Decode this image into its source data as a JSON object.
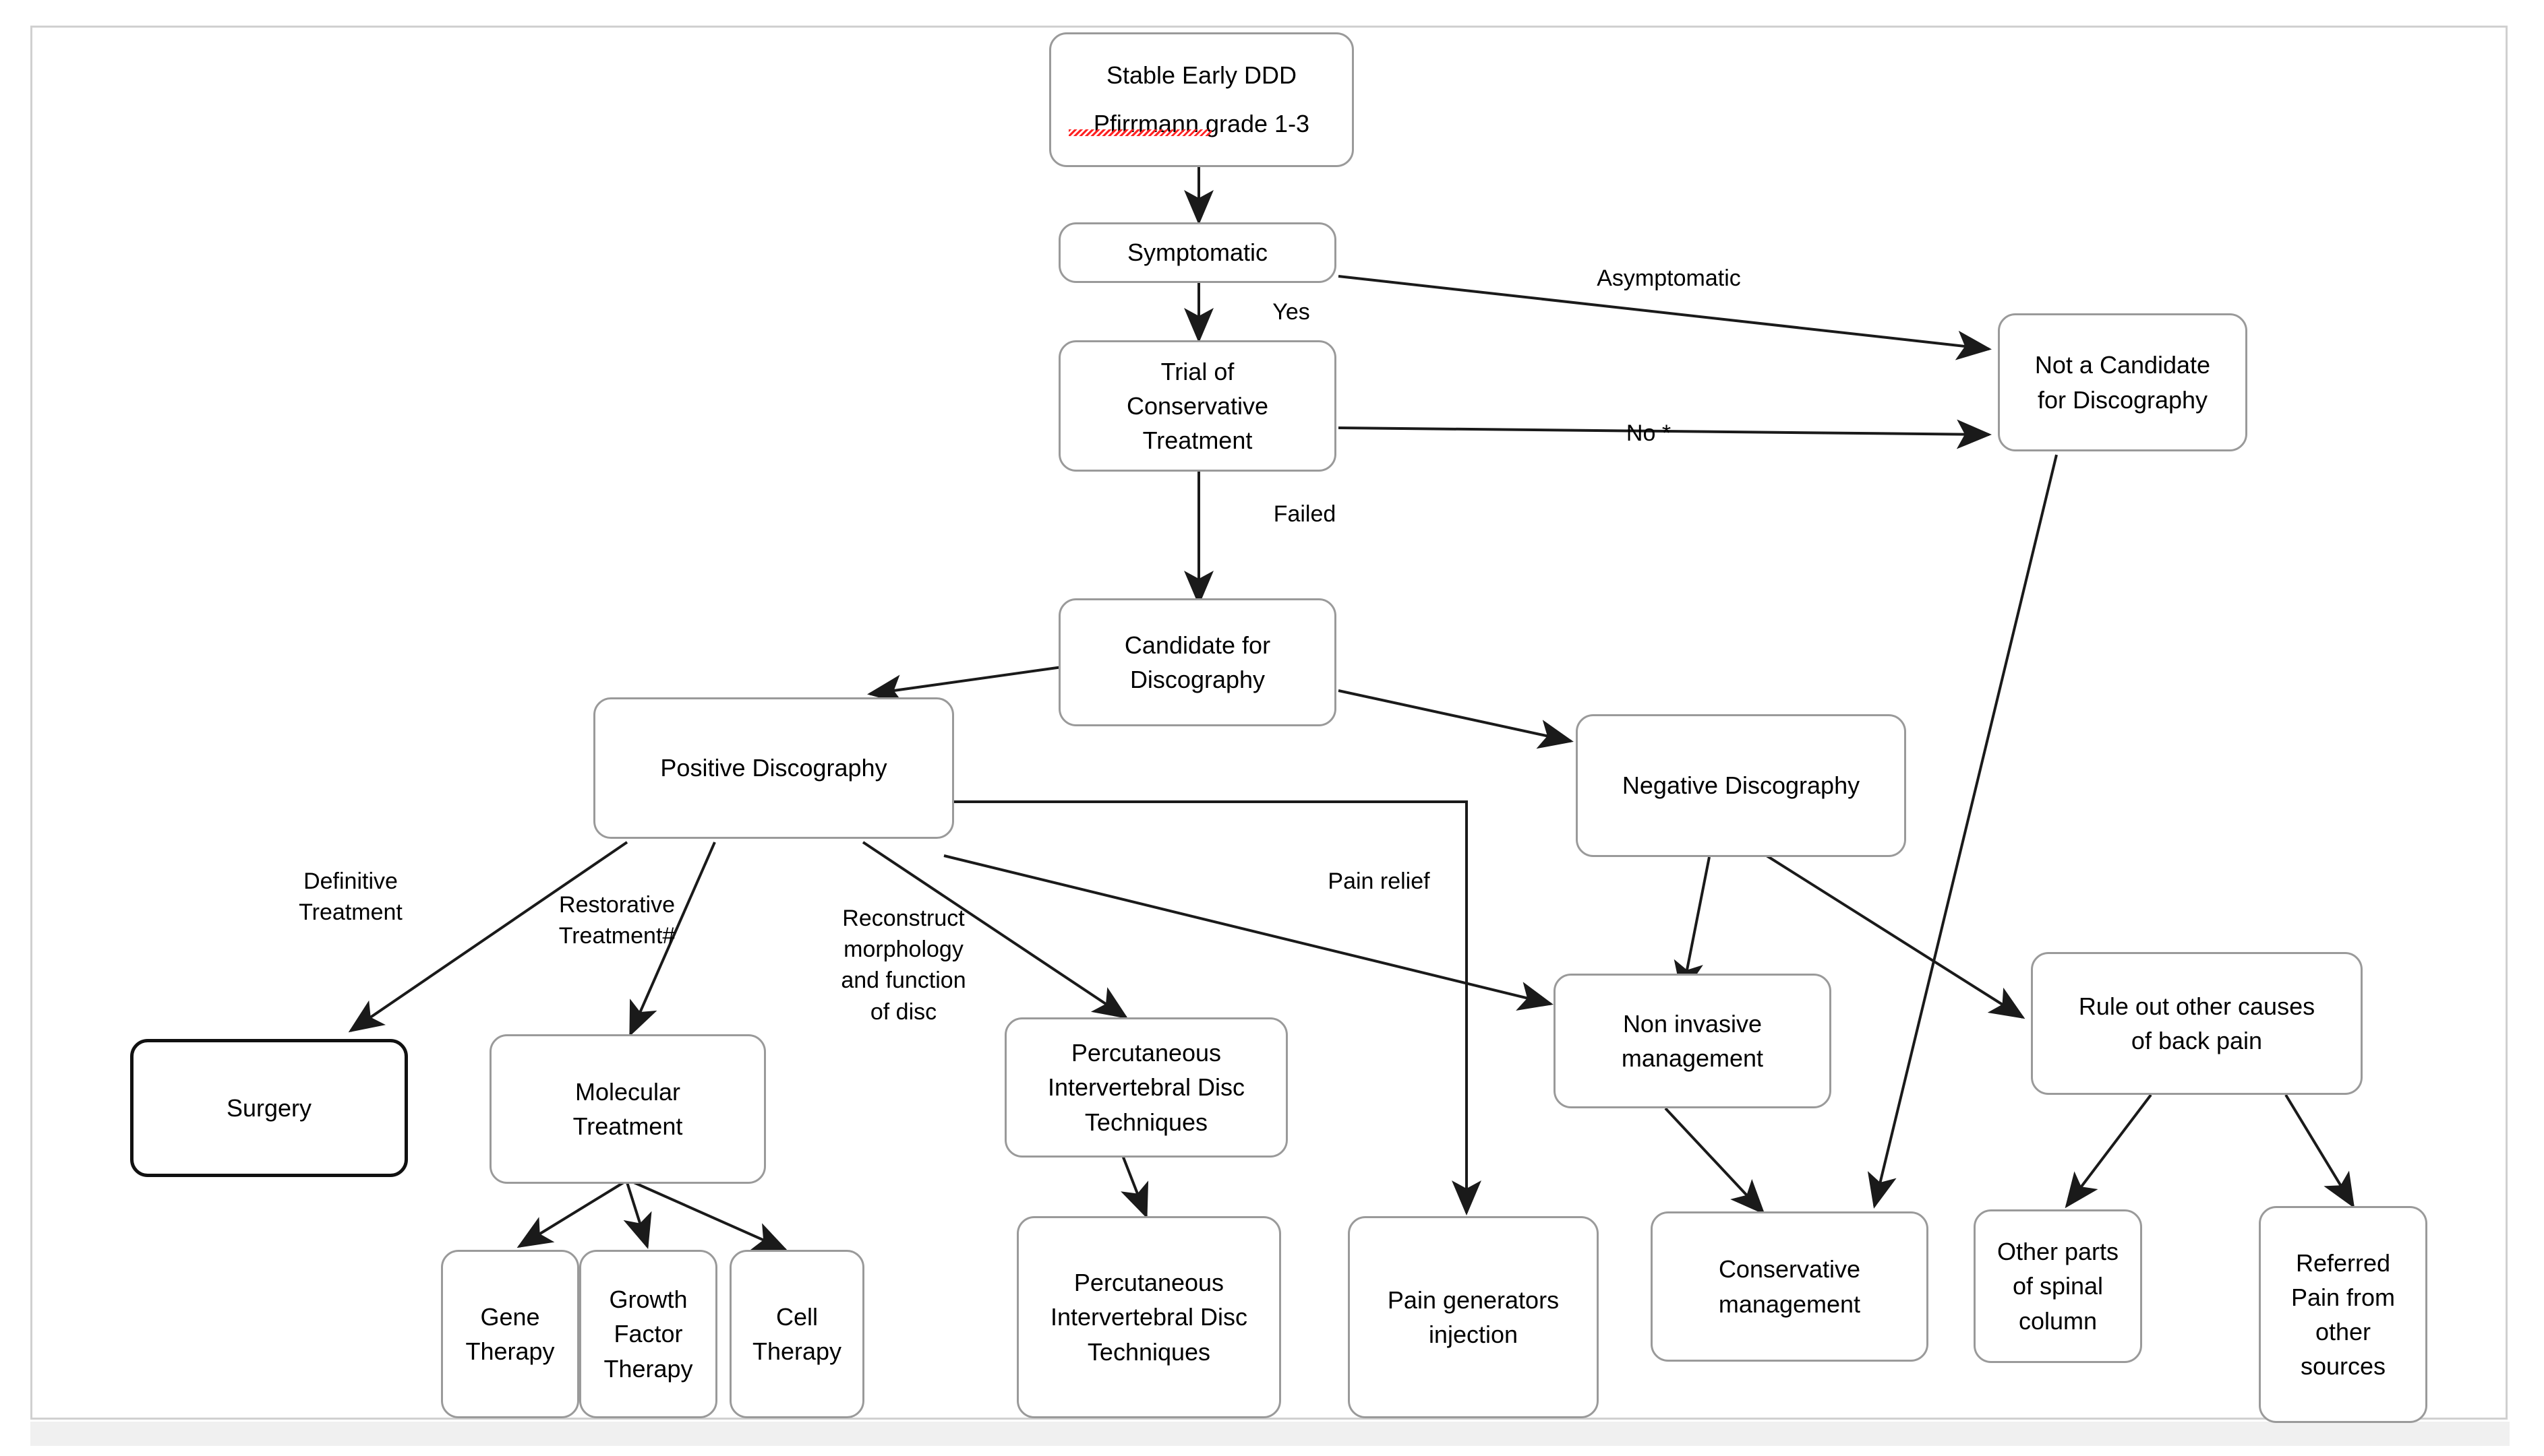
{
  "diagram": {
    "title_box": {
      "line1": "Stable Early DDD",
      "line2": "Pfirrmann grade 1-3",
      "spellcheck_word": "Pfirrmann"
    },
    "nodes": {
      "stable_early_ddd": "Stable Early DDD\nPfirrmann grade 1-3",
      "symptomatic": "Symptomatic",
      "trial_conservative": "Trial of\nConservative\nTreatment",
      "not_candidate": "Not a Candidate\nfor Discography",
      "candidate": "Candidate for\nDiscography",
      "positive_discography": "Positive Discography",
      "negative_discography": "Negative Discography",
      "surgery": "Surgery",
      "molecular_treatment": "Molecular\nTreatment",
      "gene_therapy": "Gene\nTherapy",
      "growth_factor_therapy": "Growth\nFactor\nTherapy",
      "cell_therapy": "Cell\nTherapy",
      "percutaneous_top": "Percutaneous\nIntervertebral Disc\nTechniques",
      "percutaneous_bottom": "Percutaneous\nIntervertebral Disc\nTechniques",
      "pain_generators": "Pain generators\ninjection",
      "non_invasive": "Non invasive\nmanagement",
      "conservative_management": "Conservative\nmanagement",
      "rule_out": "Rule out other causes\nof back pain",
      "other_parts_spinal": "Other parts\nof spinal\ncolumn",
      "referred_pain": "Referred\nPain from\nother\nsources"
    },
    "edge_labels": {
      "yes": "Yes",
      "asymptomatic": "Asymptomatic",
      "no_star": "No *",
      "failed": "Failed",
      "definitive_treatment": "Definitive\nTreatment",
      "restorative_treatment": "Restorative\nTreatment#",
      "reconstruct": "Reconstruct\nmorphology\nand function\nof disc",
      "pain_relief": "Pain relief"
    },
    "colors": {
      "node_border": "#9a9a9a",
      "node_border_emphasis": "#111111",
      "edge_stroke": "#1a1a1a",
      "frame_border": "#d0d0d0",
      "spellcheck": "#ff2222",
      "background": "#ffffff"
    }
  }
}
